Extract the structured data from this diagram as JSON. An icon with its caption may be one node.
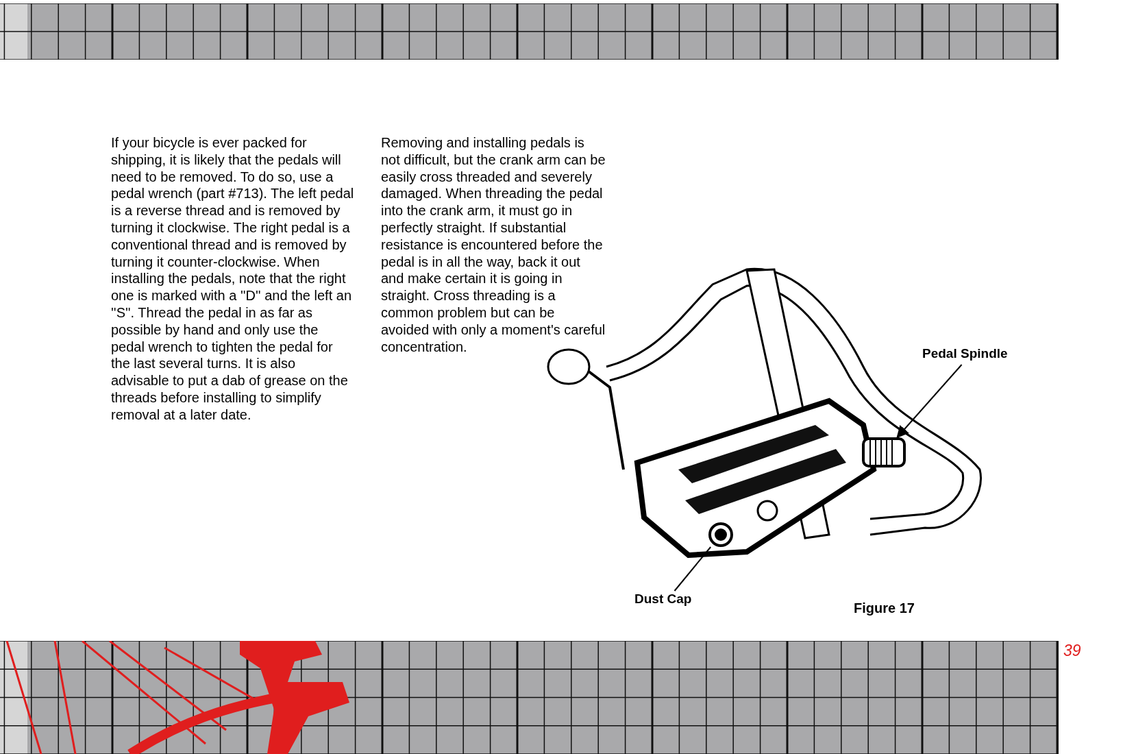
{
  "diagram": {
    "nodes": [
      {
        "text": [],
        "shape": "picture"
      },
      {
        "text": [
          "Pedal Spindle"
        ]
      },
      {
        "text": [],
        "shape": "picture",
        "in": 0
      },
      {
        "text": [
          "Dust Cap"
        ]
      },
      {
        "text": [],
        "shape": "picture",
        "in": 0
      }
    ],
    "edges": [
      {
        "from": 1,
        "to": 2,
        "arrow": "to"
      },
      {
        "from": 3,
        "to": 4,
        "arrow": "none"
      }
    ],
    "labels": [
      "If your bicycle is ever packed for shipping, it is likely that the pedals will need to be removed. To do so, use a pedal wrench (part #713). The left pedal is a reverse thread and is removed by turning it clockwise. The right pedal is a conventional thread and is removed by turning it counter-clockwise. When installing the pedals, note that the right one is marked with a ''D'' and the left an ''S''. Thread the pedal in as far as possible by hand and only use the pedal wrench to tighten the pedal for the last several turns. It is also advisable to put a dab of grease on the threads before installing to simplify removal at a later date.",
      "Removing and installing pedals is not difficult, but the crank arm can be easily cross threaded and severely damaged. When threading the pedal into the crank arm, it must go in perfectly straight. If substantial resistance is encountered before the pedal is in all the way, back it out and make certain it is going in straight. Cross threading is a common problem but can be avoided with only a moment's careful concentration.",
      "Figure 17",
      "39"
    ]
  }
}
